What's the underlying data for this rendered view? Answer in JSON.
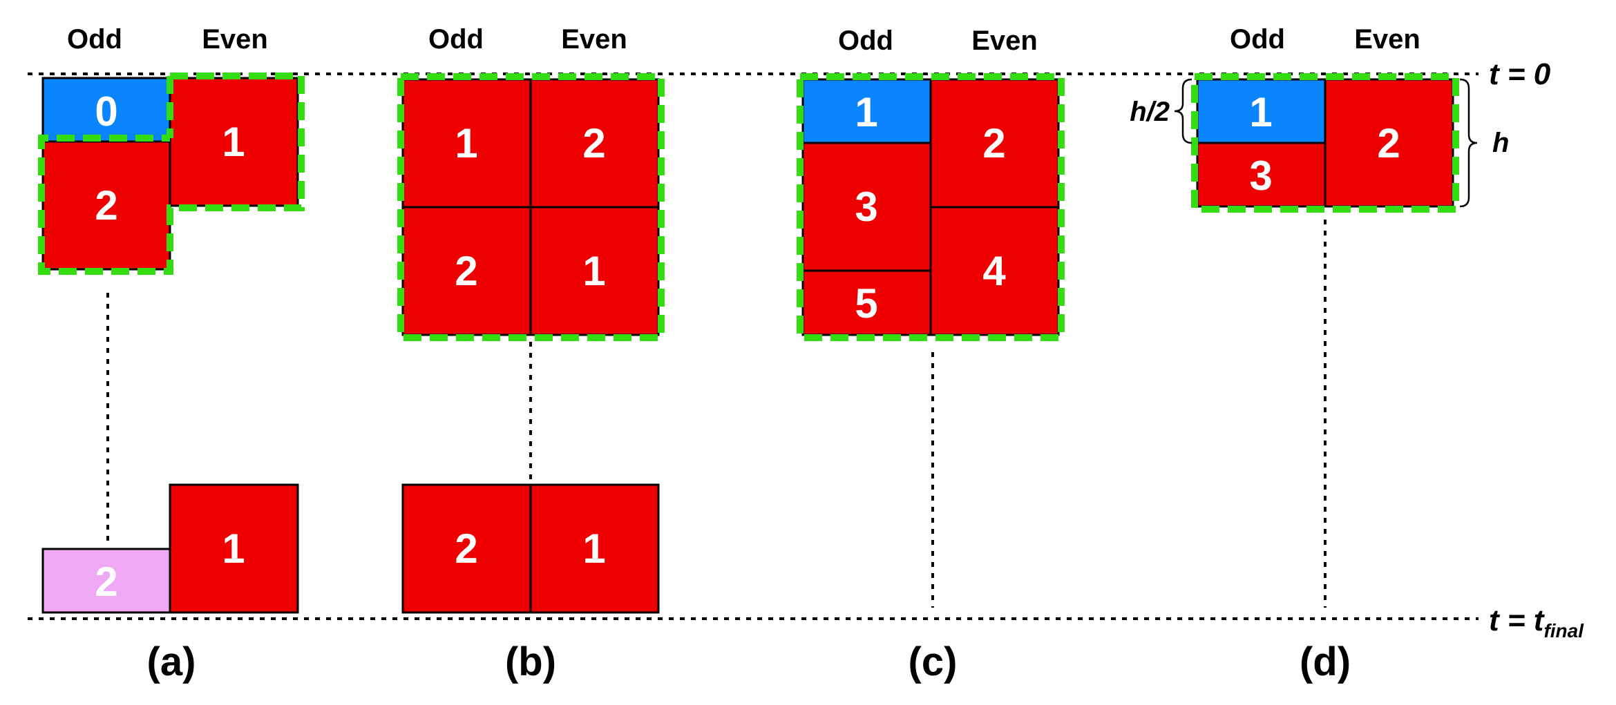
{
  "colors": {
    "red": "#ee0000",
    "blue": "#0a84ff",
    "pink": "#eea8f4",
    "green": "#33dd11"
  },
  "time_start": "t = 0",
  "time_end_prefix": "t = t",
  "time_end_sub": "final",
  "headers": {
    "a": {
      "odd": "Odd",
      "even": "Even"
    },
    "b": {
      "odd": "Odd",
      "even": "Even"
    },
    "c": {
      "odd": "Odd",
      "even": "Even"
    },
    "d": {
      "odd": "Odd",
      "even": "Even"
    }
  },
  "panels": {
    "a": "(a)",
    "b": "(b)",
    "c": "(c)",
    "d": "(d)"
  },
  "blocks": {
    "a_top": [
      "0",
      "1",
      "2"
    ],
    "a_bottom": [
      "2",
      "1"
    ],
    "b_top": [
      "1",
      "2",
      "2",
      "1"
    ],
    "b_bottom": [
      "2",
      "1"
    ],
    "c": [
      "1",
      "2",
      "3",
      "4",
      "5"
    ],
    "d": [
      "1",
      "3",
      "2"
    ]
  },
  "dims": {
    "half": "h/2",
    "full": "h"
  }
}
